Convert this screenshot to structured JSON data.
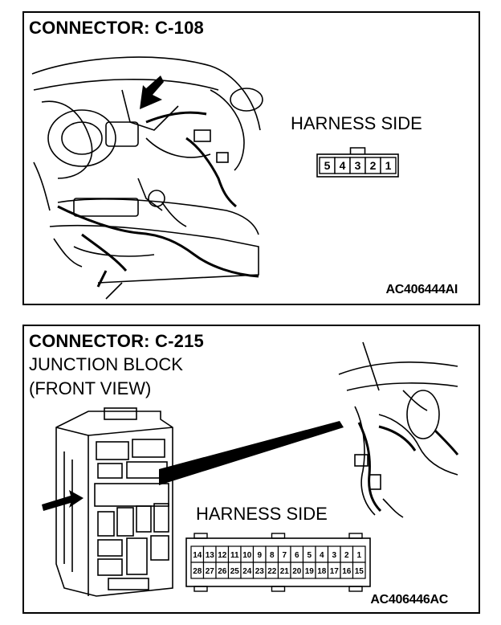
{
  "panels": [
    {
      "title": "CONNECTOR: C-108",
      "subtitle_lines": [],
      "harness_label": "HARNESS SIDE",
      "code": "AC406444AI",
      "connector": {
        "rows": [
          [
            "5",
            "4",
            "3",
            "2",
            "1"
          ]
        ]
      }
    },
    {
      "title": "CONNECTOR: C-215",
      "subtitle_lines": [
        "JUNCTION BLOCK",
        "(FRONT VIEW)"
      ],
      "harness_label": "HARNESS SIDE",
      "code": "AC406446AC",
      "connector": {
        "rows": [
          [
            "14",
            "13",
            "12",
            "11",
            "10",
            "9",
            "8",
            "7",
            "6",
            "5",
            "4",
            "3",
            "2",
            "1"
          ],
          [
            "28",
            "27",
            "26",
            "25",
            "24",
            "23",
            "22",
            "21",
            "20",
            "19",
            "18",
            "17",
            "16",
            "15"
          ]
        ]
      }
    }
  ]
}
